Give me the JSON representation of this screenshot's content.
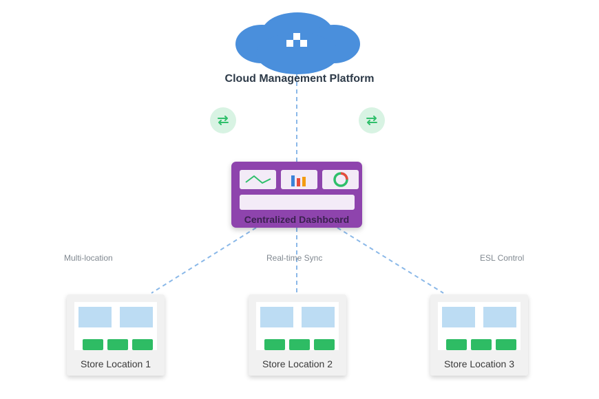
{
  "cloud": {
    "title": "Cloud Management Platform"
  },
  "dashboard": {
    "title": "Centralized Dashboard"
  },
  "edge_labels": {
    "multi_location": "Multi-location",
    "realtime_sync": "Real-time Sync",
    "esl_control": "ESL Control"
  },
  "stores": [
    {
      "label": "Store Location 1"
    },
    {
      "label": "Store Location 2"
    },
    {
      "label": "Store Location 3"
    }
  ],
  "sync_icon": "exchange-arrows-icon",
  "colors": {
    "cloud": "#4a8fdc",
    "dashboard": "#8e44ad",
    "sync": "#2fbf6b",
    "link": "#8ab8e8",
    "shelf": "#2ebc64",
    "screen": "#bcdcf3"
  }
}
